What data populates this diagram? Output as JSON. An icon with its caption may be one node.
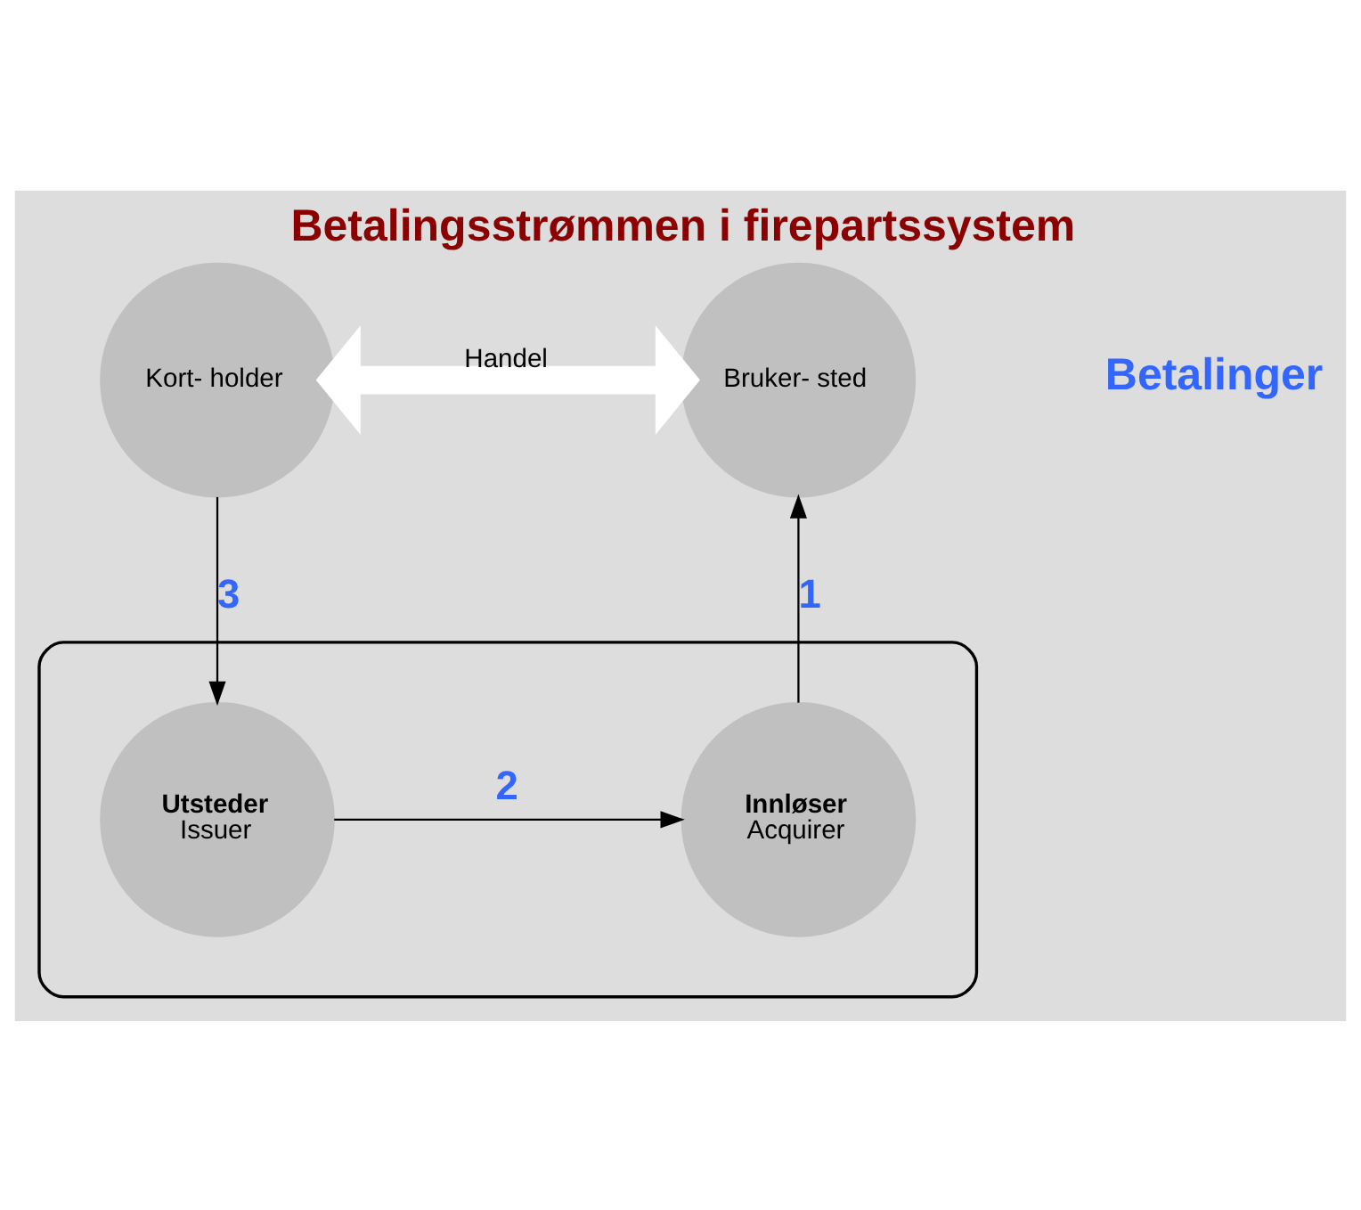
{
  "diagram": {
    "title": "Betalingsstrømmen i firepartssystem",
    "nodes": [
      {
        "text": [
          "Kort- holder"
        ]
      },
      {
        "text": [
          "Bruker- sted"
        ]
      },
      {
        "text": [],
        "shape": "ellipse"
      },
      {
        "text": [
          "Utsteder",
          "Issuer"
        ],
        "in": 2
      },
      {
        "text": [
          "Innløser",
          "Acquirer"
        ],
        "in": 2
      }
    ],
    "edges": [
      {
        "from": 0,
        "to": 1,
        "arrow": "both",
        "label": "Handel",
        "style": "thick",
        "color": "#ffffff"
      },
      {
        "from": 0,
        "to": 3,
        "arrow": "to",
        "label": "3"
      },
      {
        "from": 3,
        "to": 4,
        "arrow": "to",
        "label": "2"
      },
      {
        "from": 4,
        "to": 1,
        "arrow": "to",
        "label": "1"
      }
    ],
    "labels": [
      "Betalinger"
    ]
  }
}
